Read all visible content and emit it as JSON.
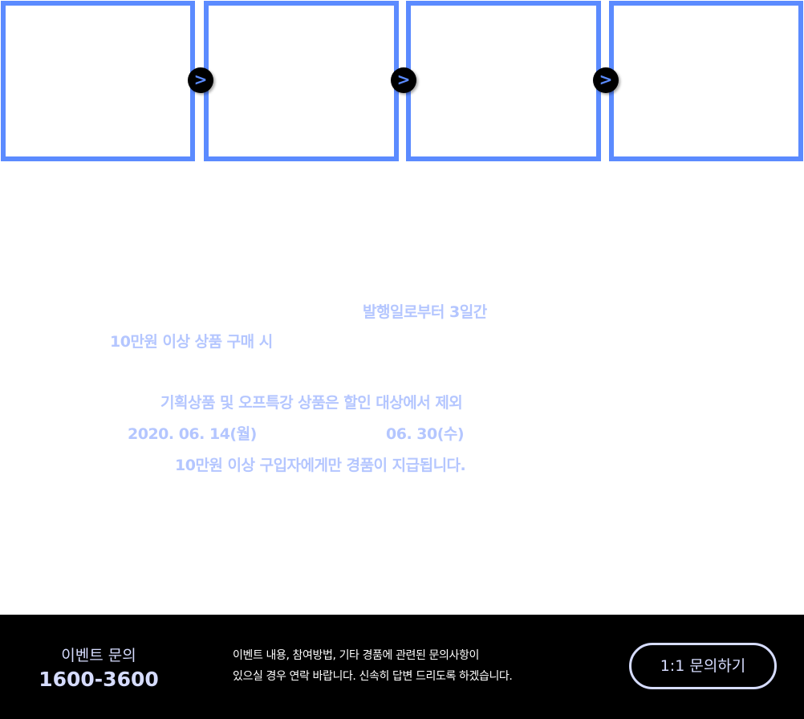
{
  "steps": {
    "arrow_icon": "chevron-right-icon",
    "arrow_glyph": ">"
  },
  "info": {
    "validity": "발행일로부터 3일간",
    "condition": "10만원 이상 상품 구매 시",
    "exclusion": "기획상품 및 오프특강 상품은 할인 대상에서 제외",
    "period_start": "2020. 06. 14(월)",
    "period_end": "06. 30(수)",
    "gift_note": "10만원 이상 구입자에게만 경품이 지급됩니다."
  },
  "footer": {
    "contact_label": "이벤트 문의",
    "phone": "1600-3600",
    "desc_line1": "이벤트 내용, 참여방법, 기타 경품에 관련된 문의사항이",
    "desc_line2": "있으실 경우 연락 바랍니다. 신속히 답변 드리도록 하겠습니다.",
    "inquiry_button": "1:1 문의하기"
  },
  "colors": {
    "accent": "#5b8bff",
    "text": "#b4c6ff",
    "footer_bg": "#000000"
  }
}
